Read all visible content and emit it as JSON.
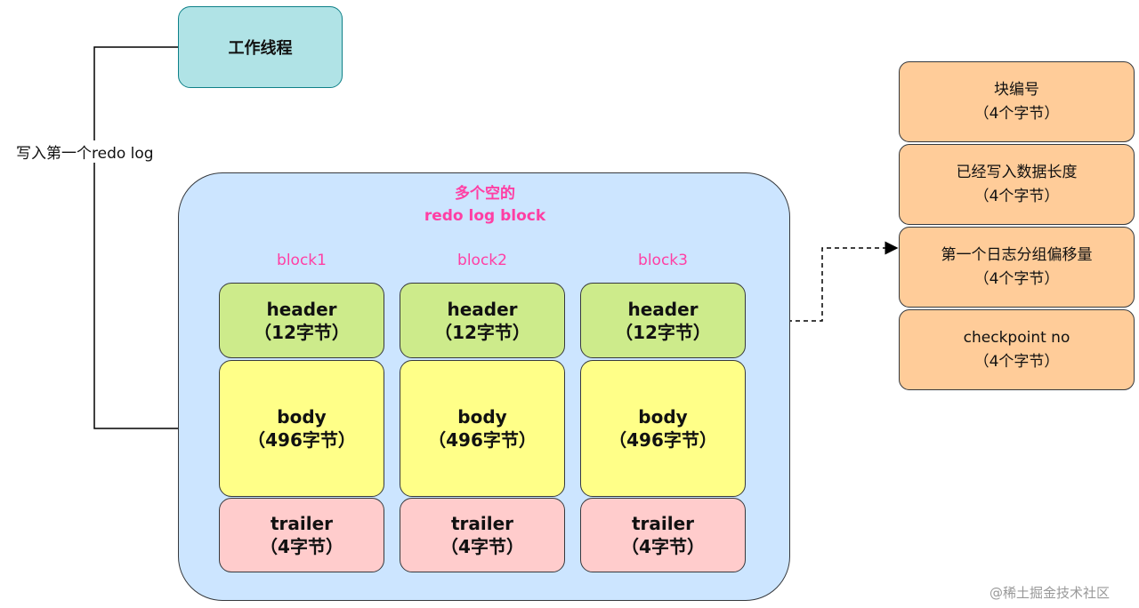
{
  "worker": {
    "label": "工作线程"
  },
  "edge_label": "写入第一个redo log",
  "container": {
    "title_line1": "多个空的",
    "title_line2": "redo log block"
  },
  "blocks": [
    {
      "label": "block1",
      "header": {
        "line1": "header",
        "line2": "（12字节）"
      },
      "body": {
        "line1": "body",
        "line2": "（496字节）"
      },
      "trailer": {
        "line1": "trailer",
        "line2": "（4字节）"
      }
    },
    {
      "label": "block2",
      "header": {
        "line1": "header",
        "line2": "（12字节）"
      },
      "body": {
        "line1": "body",
        "line2": "（496字节）"
      },
      "trailer": {
        "line1": "trailer",
        "line2": "（4字节）"
      }
    },
    {
      "label": "block3",
      "header": {
        "line1": "header",
        "line2": "（12字节）"
      },
      "body": {
        "line1": "body",
        "line2": "（496字节）"
      },
      "trailer": {
        "line1": "trailer",
        "line2": "（4字节）"
      }
    }
  ],
  "header_fields": [
    {
      "line1": "块编号",
      "line2": "（4个字节）"
    },
    {
      "line1": "已经写入数据长度",
      "line2": "（4个字节）"
    },
    {
      "line1": "第一个日志分组偏移量",
      "line2": "（4个字节）"
    },
    {
      "line1": "checkpoint no",
      "line2": "（4个字节）"
    }
  ],
  "credit": "@稀土掘金技术社区",
  "colors": {
    "worker_fill": "#b0e3e6",
    "container_fill": "#cce5ff",
    "title_pink": "#ff3fa4",
    "header_fill": "#cdeb8b",
    "body_fill": "#ffff88",
    "trailer_fill": "#ffcccc",
    "field_fill": "#ffcc99"
  }
}
